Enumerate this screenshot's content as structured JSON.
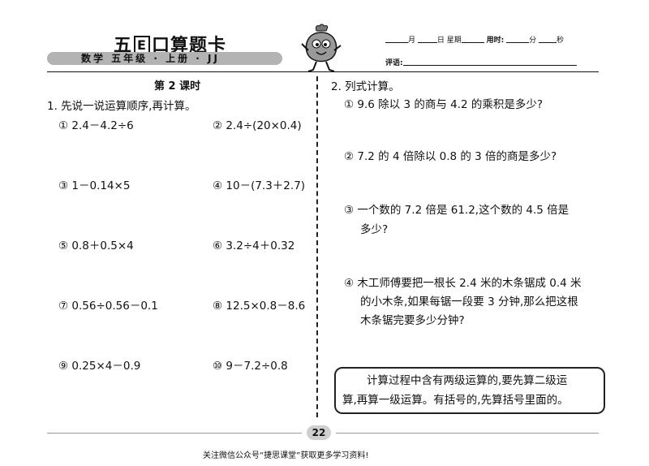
{
  "header": {
    "brand_left": "五",
    "brand_e": "E",
    "brand_right": "口算题卡",
    "subtitle": "数学  五年级 · 上册 · JJ",
    "meta_month": "月",
    "meta_day": "日",
    "meta_week": "星期",
    "meta_time": "用时:",
    "meta_min": "分",
    "meta_sec": "秒",
    "meta_comment": "评语:"
  },
  "left": {
    "lesson_title": "第 2 课时",
    "q1_title": "1. 先说一说运算顺序,再计算。",
    "items": [
      "① 2.4－4.2÷6",
      "② 2.4÷(20×0.4)",
      "③ 1－0.14×5",
      "④ 10－(7.3＋2.7)",
      "⑤ 0.8＋0.5×4",
      "⑥ 3.2÷4＋0.32",
      "⑦ 0.56÷0.56－0.1",
      "⑧ 12.5×0.8－8.6",
      "⑨ 0.25×4－0.9",
      "⑩ 9－7.2÷0.8"
    ]
  },
  "right": {
    "q2_title": "2. 列式计算。",
    "p1": "① 9.6 除以 3 的商与 4.2 的乘积是多少?",
    "p2": "② 7.2 的 4 倍除以 0.8 的 3 倍的商是多少?",
    "p3_line1": "③ 一个数的 7.2 倍是 61.2,这个数的 4.5 倍是",
    "p3_line2": "多少?",
    "p4_line1": "④ 木工师傅要把一根长 2.4 米的木条锯成 0.4 米",
    "p4_line2": "的小木条,如果每锯一段要 3 分钟,那么把这根",
    "p4_line3": "木条锯完要多少分钟?"
  },
  "tip": {
    "line1": "计算过程中含有两级运算的,要先算二级运",
    "line2": "算,再算一级运算。有括号的,先算括号里面的。"
  },
  "footer": {
    "page_number": "22",
    "note": "关注微信公众号“捷思课堂”获取更多学习资料!"
  }
}
